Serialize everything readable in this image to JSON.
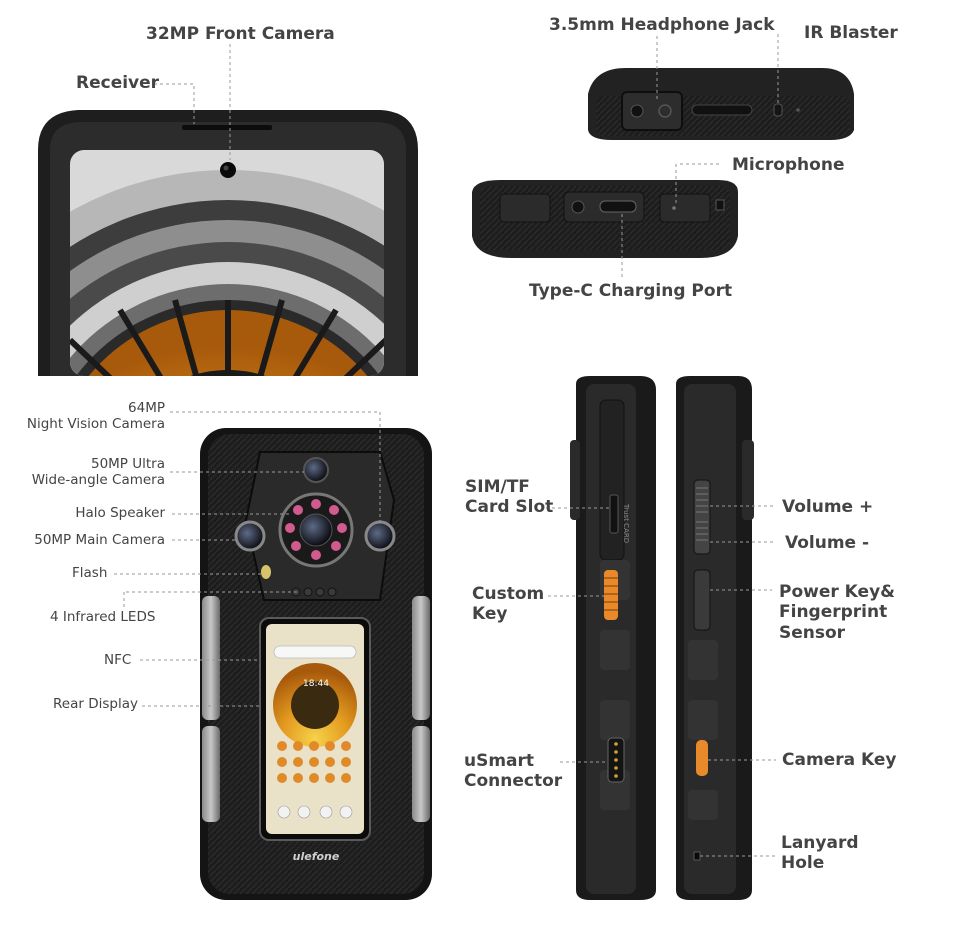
{
  "labels": {
    "front_camera": "32MP Front Camera",
    "receiver": "Receiver",
    "headphone_jack": "3.5mm Headphone Jack",
    "ir_blaster": "IR Blaster",
    "microphone": "Microphone",
    "type_c": "Type-C Charging Port",
    "night_vision": "64MP\nNight Vision Camera",
    "ultra_wide": "50MP Ultra\nWide-angle Camera",
    "halo_speaker": "Halo Speaker",
    "main_camera": "50MP Main Camera",
    "flash": "Flash",
    "infrared_leds": "4 Infrared LEDS",
    "nfc": "NFC",
    "rear_display": "Rear Display",
    "sim_slot": "SIM/TF\nCard Slot",
    "custom_key": "Custom\nKey",
    "usmart": "uSmart\nConnector",
    "volume_up": "Volume +",
    "volume_down": "Volume -",
    "power_key": "Power Key&\nFingerprint\nSensor",
    "camera_key": "Camera Key",
    "lanyard": "Lanyard\nHole"
  },
  "device_text": {
    "brand": "ulefone",
    "rear_clock": "18:44",
    "sim_card_print": "Trust CARD"
  },
  "colors": {
    "body_black": "#1c1c1c",
    "frame_gray": "#3a3a3a",
    "accent_orange": "#e8892b",
    "screen_amber": "#e2a12a",
    "leader_line": "#9a9a9a",
    "ir_led_pink": "#d15a8e"
  }
}
